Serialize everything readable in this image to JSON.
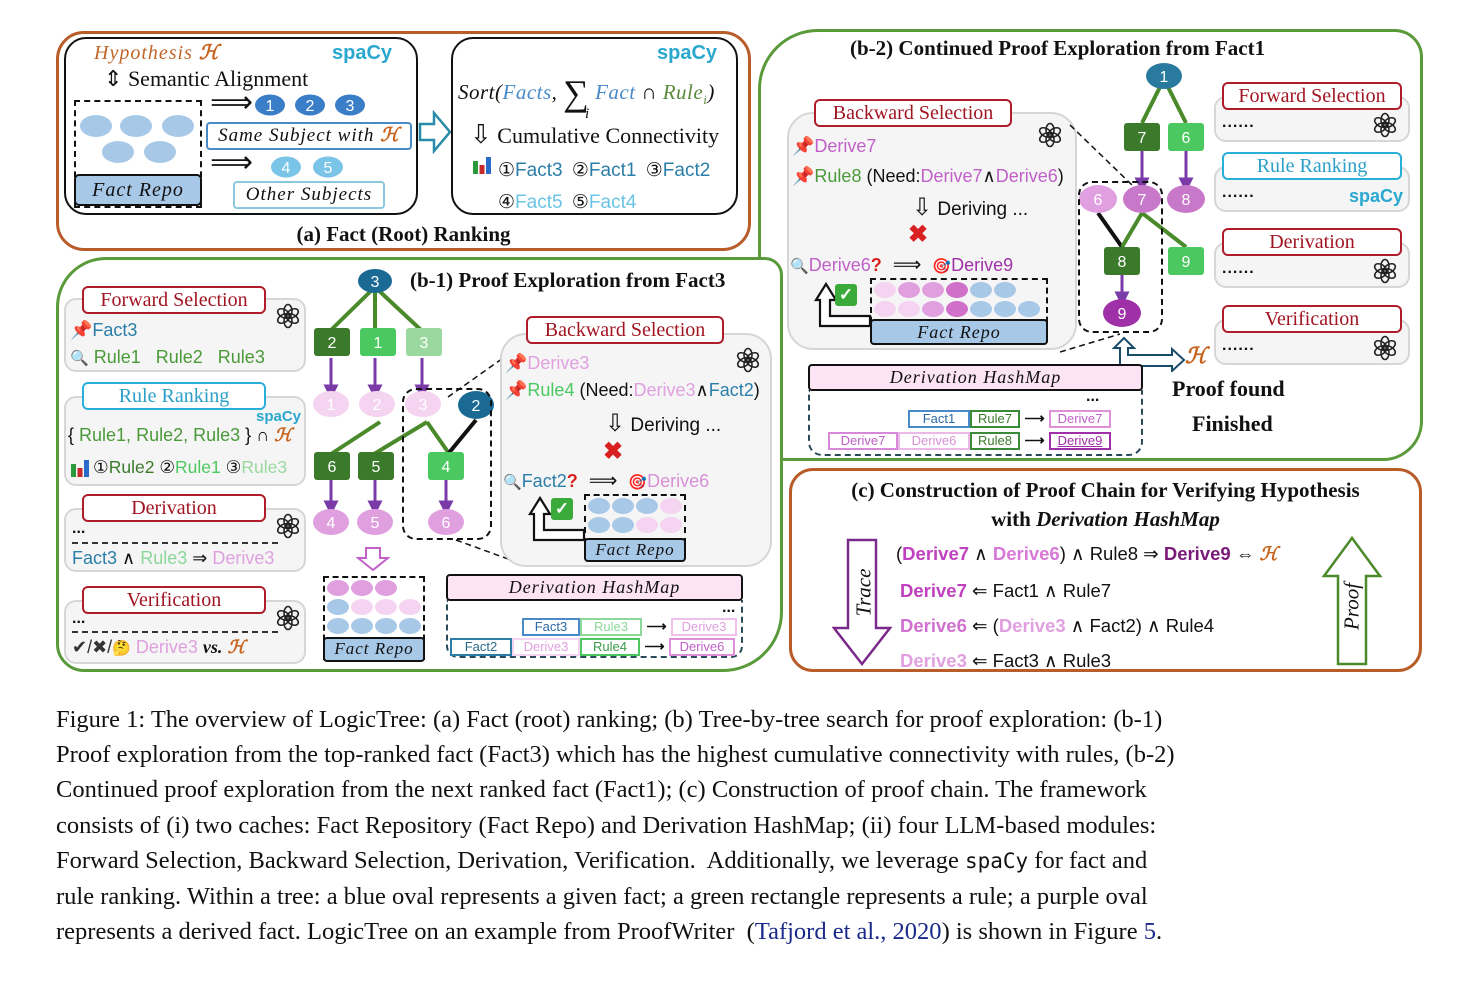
{
  "panel_a": {
    "title": "(a) Fact (Root) Ranking",
    "left": {
      "hypothesis_label": "Hypothesis",
      "h_symbol": "ℋ",
      "spacy": "spaCy",
      "alignment_label": "Semantic Alignment",
      "same_subject_label": "Same Subject with",
      "other_subjects_label": "Other Subjects",
      "fact_repo_label": "Fact Repo",
      "top_facts": [
        "1",
        "2",
        "3"
      ],
      "other_facts": [
        "4",
        "5"
      ]
    },
    "right": {
      "spacy": "spaCy",
      "sort_prefix": "Sort(",
      "sort_facts": "Facts",
      "sort_sum": "∑",
      "sort_sum_index": "i",
      "sort_fact": "Fact",
      "sort_cap": "∩",
      "sort_rule": "Rule",
      "sort_rule_sub": "i",
      "sort_close": ")",
      "cumulative_label": "Cumulative Connectivity",
      "ranking": [
        {
          "rank": "①",
          "label": "Fact3"
        },
        {
          "rank": "②",
          "label": "Fact1"
        },
        {
          "rank": "③",
          "label": "Fact2"
        },
        {
          "rank": "④",
          "label": "Fact5"
        },
        {
          "rank": "⑤",
          "label": "Fact4"
        }
      ]
    }
  },
  "panel_b1": {
    "title": "(b-1) Proof Exploration from Fact3",
    "forward_selection": {
      "label": "Forward Selection",
      "pinned": "Fact3",
      "rules": [
        "Rule1",
        "Rule2",
        "Rule3"
      ]
    },
    "rule_ranking": {
      "label": "Rule Ranking",
      "spacy": "spaCy",
      "set_open": "{",
      "set_items": "Rule1, Rule2, Rule3",
      "set_close": "}",
      "cap": "∩",
      "h_symbol": "ℋ",
      "ranking": [
        {
          "rank": "①",
          "label": "Rule2"
        },
        {
          "rank": "②",
          "label": "Rule1"
        },
        {
          "rank": "③",
          "label": "Rule3"
        }
      ]
    },
    "derivation": {
      "label": "Derivation",
      "ellipsis": "...",
      "fact": "Fact3",
      "and": "∧",
      "rule": "Rule3",
      "implies": "⇒",
      "result": "Derive3"
    },
    "verification": {
      "label": "Verification",
      "ellipsis": "...",
      "marks": "✔/✖/",
      "emoji": "🤔",
      "derived": "Derive3",
      "vs": "vs.",
      "h_symbol": "ℋ"
    },
    "tree": {
      "root": "3",
      "rules_level1": [
        "2",
        "1",
        "3"
      ],
      "derived_level1": [
        "1",
        "2",
        "3"
      ],
      "extra_fact": "2",
      "rules_level2": [
        "6",
        "5",
        "4"
      ],
      "derived_level2": [
        "4",
        "5",
        "6"
      ]
    },
    "backward_selection": {
      "label": "Backward Selection",
      "pinned_derived": "Derive3",
      "pinned_rule": "Rule4",
      "need_prefix": "(Need:",
      "need_a": "Derive3",
      "need_and": "∧",
      "need_b": "Fact2",
      "need_suffix": ")",
      "deriving": "Deriving ...",
      "search": "Fact2",
      "question": "?",
      "arrow": "⟹",
      "target": "Derive6",
      "fact_repo_label": "Fact Repo"
    },
    "fact_repo_label": "Fact Repo",
    "hashmap": {
      "title": "Derivation HashMap",
      "ellipsis": "...",
      "rows": [
        {
          "inputs": [
            "Fact3",
            "Rule3"
          ],
          "output": "Derive3"
        },
        {
          "inputs": [
            "Fact2",
            "Derive3",
            "Rule4"
          ],
          "output": "Derive6"
        }
      ]
    }
  },
  "panel_b2": {
    "title": "(b-2) Continued Proof Exploration from Fact1",
    "backward_selection": {
      "label": "Backward Selection",
      "pinned_derived": "Derive7",
      "pinned_rule": "Rule8",
      "need_prefix": "(Need:",
      "need_a": "Derive7",
      "need_and": "∧",
      "need_b": "Derive6",
      "need_suffix": ")",
      "deriving": "Deriving ...",
      "search": "Derive6",
      "question": "?",
      "arrow": "⟹",
      "target": "Derive9",
      "fact_repo_label": "Fact Repo"
    },
    "tree": {
      "root": "1",
      "rules_level1": [
        "7",
        "6"
      ],
      "derived_level1": [
        "6",
        "7",
        "8"
      ],
      "rules_level2": [
        "8",
        "9"
      ],
      "derived_level2": [
        "9"
      ]
    },
    "h_symbol": "ℋ",
    "modules": [
      {
        "label": "Forward Selection",
        "content": "......",
        "engine": "llm"
      },
      {
        "label": "Rule Ranking",
        "content": "......",
        "engine": "spaCy"
      },
      {
        "label": "Derivation",
        "content": "......",
        "engine": "llm"
      },
      {
        "label": "Verification",
        "content": "......",
        "engine": "llm"
      }
    ],
    "hashmap": {
      "title": "Derivation HashMap",
      "ellipsis": "...",
      "rows": [
        {
          "inputs": [
            "Fact1",
            "Rule7"
          ],
          "output": "Derive7"
        },
        {
          "inputs": [
            "Derive7",
            "Derive6",
            "Rule8"
          ],
          "output": "Derive9"
        }
      ]
    },
    "status_line1": "Proof found",
    "status_line2": "Finished"
  },
  "panel_c": {
    "title_line1": "(c) Construction of Proof Chain for Verifying Hypothesis",
    "title_line2_prefix": "with",
    "title_line2_em": "Derivation HashMap",
    "trace_label": "Trace",
    "proof_label": "Proof",
    "chain": {
      "l1": {
        "open": "(",
        "a": "Derive7",
        "and1": " ∧ ",
        "b": "Derive6",
        "close": ") ∧ Rule8 ⇒ ",
        "c": "Derive9",
        "iff": " ⇔ ",
        "h": "ℋ"
      },
      "l2": {
        "a": "Derive7",
        "rest": " ⇐ Fact1 ∧ Rule7"
      },
      "l3": {
        "a": "Derive6",
        "mid": " ⇐ (",
        "b": "Derive3",
        "rest": " ∧ Fact2) ∧ Rule4"
      },
      "l4": {
        "a": "Derive3",
        "rest": " ⇐ Fact3 ∧ Rule3"
      }
    }
  },
  "caption": {
    "lines": [
      "Figure 1: The overview of LogicTree: (a) Fact (root) ranking; (b) Tree-by-tree search for proof exploration: (b-1)",
      "Proof exploration from the top-ranked fact (Fact3) which has the highest cumulative connectivity with rules, (b-2)",
      "Continued proof exploration from the next ranked fact (Fact1); (c) Construction of proof chain. The framework",
      "consists of (i) two caches: Fact Repository (Fact Repo) and Derivation HashMap; (ii) four LLM-based modules:"
    ],
    "line5_pre": "Forward Selection, Backward Selection, Derivation, Verification.  Additionally, we leverage ",
    "line5_code": "spaCy",
    "line5_post": " for fact and",
    "line6": "rule ranking. Within a tree: a blue oval represents a given fact; a green rectangle represents a rule; a purple oval",
    "line7_pre": "represents a derived fact. LogicTree on an example from ProofWriter  (",
    "line7_cite": "Tafjord et al., 2020",
    "line7_mid": ") is shown in Figure ",
    "line7_fig": "5",
    "line7_end": "."
  },
  "colors": {
    "panel_orange": "#b85d2a",
    "panel_green": "#5a9a3a",
    "fact_blue": "#2a7ea8",
    "rule_dark": "#3a7a2a",
    "rule_mid": "#4cc860",
    "rule_light": "#9ad8a0",
    "derived_purple": "#c060c8",
    "module_red": "#b01c2a",
    "spacy_blue": "#2aa8d0"
  }
}
